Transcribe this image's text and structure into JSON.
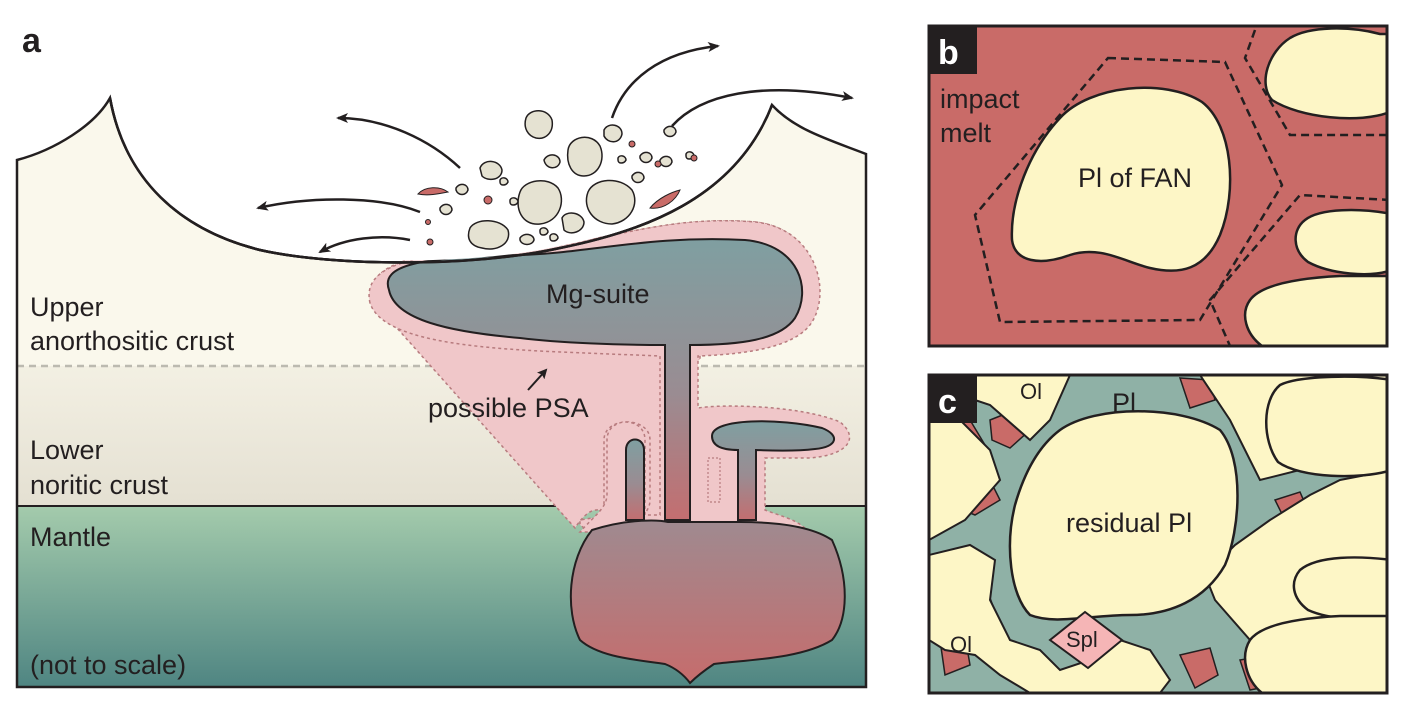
{
  "panel_a": {
    "letter": "a",
    "layers": {
      "upper": [
        "Upper",
        "anorthositic crust"
      ],
      "lower": [
        "Lower",
        "noritic crust"
      ],
      "mantle": "Mantle"
    },
    "intrusion_label": "Mg-suite",
    "psa_label": "possible PSA",
    "scale_note": "(not to scale)"
  },
  "panel_b": {
    "letter": "b",
    "melt_label": [
      "impact",
      "melt"
    ],
    "grain_label": "Pl of FAN"
  },
  "panel_c": {
    "letter": "c",
    "pl_label": "Pl",
    "ol_top": "Ol",
    "ol_bottom": "Ol",
    "residual_label": "residual Pl",
    "spl_label": "Spl"
  },
  "colors": {
    "crust_upper": "#faf8ec",
    "crust_lower": "#ebe7da",
    "mantle_top": "#a4cbac",
    "mantle_bottom": "#4f8582",
    "mg_suite": "#7d9ea0",
    "psa": "#f0c7c9",
    "impact_melt": "#c96b68",
    "plagioclase": "#fdf6c6",
    "clast": "#e5e2d2",
    "olivine": "#8fb1a6",
    "spinel": "#f5b5b6",
    "outline": "#231f20"
  }
}
